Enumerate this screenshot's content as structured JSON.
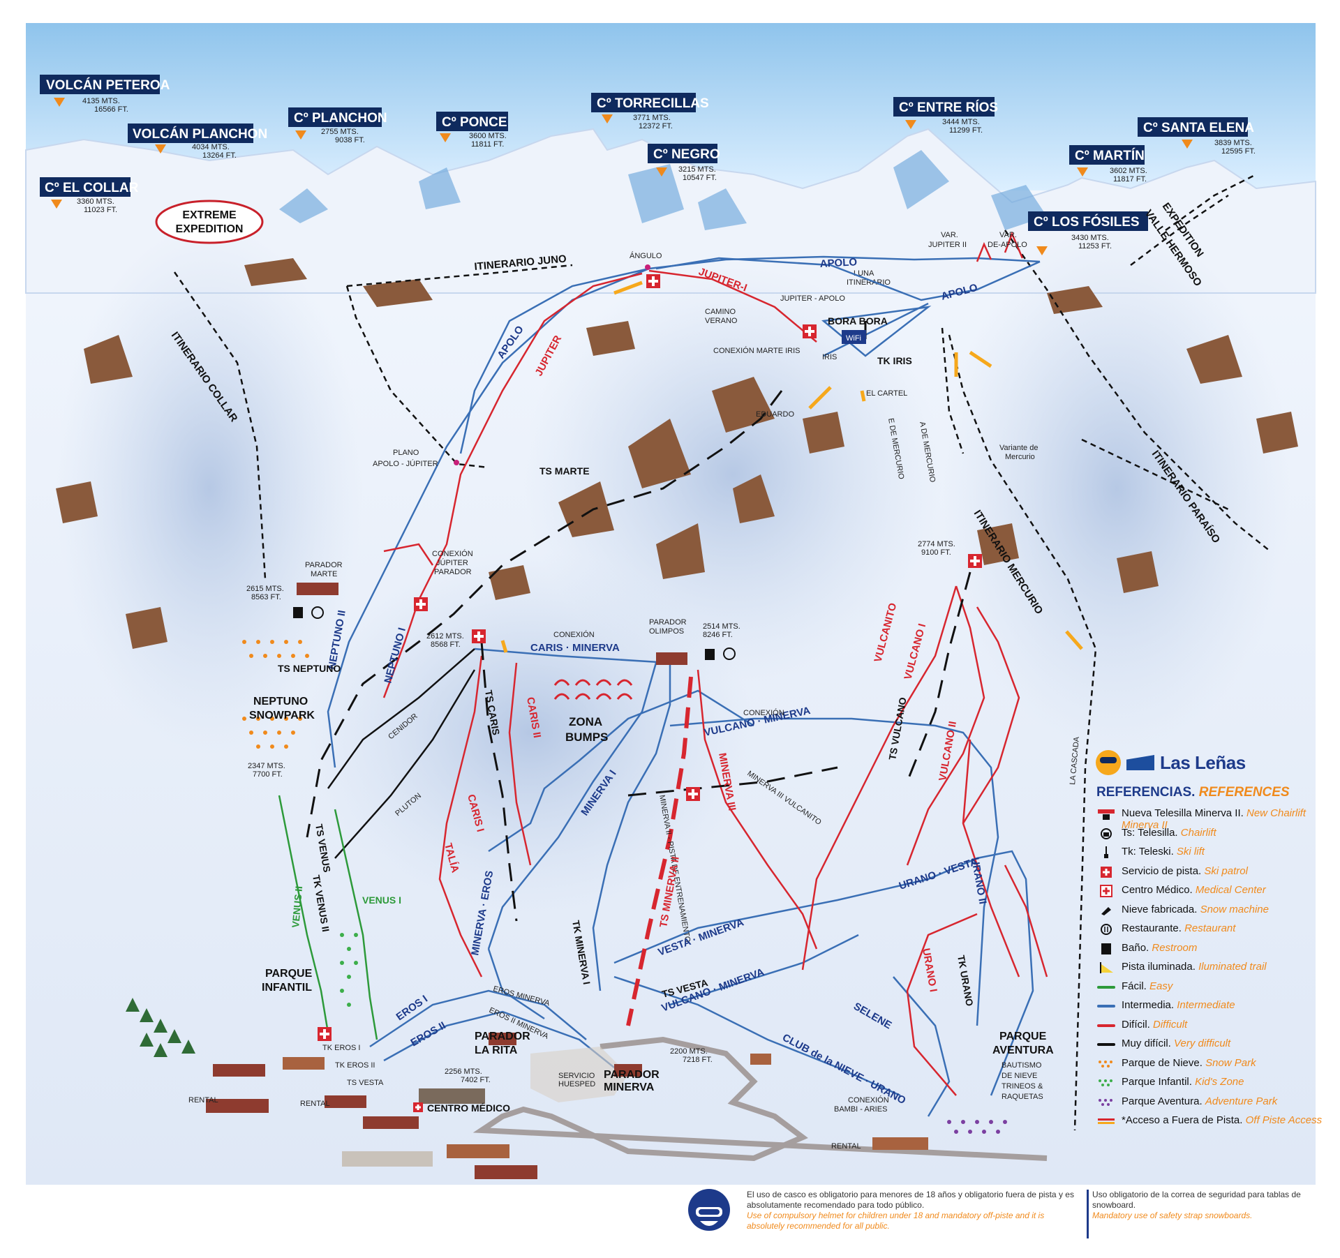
{
  "peaks": [
    {
      "name": "VOLCÁN PETEROA",
      "elev_m": "4135 MTS.",
      "elev_ft": "16566 FT."
    },
    {
      "name": "VOLCÁN PLANCHON",
      "elev_m": "4034 MTS.",
      "elev_ft": "13264 FT."
    },
    {
      "name": "Cº PLANCHON",
      "elev_m": "2755 MTS.",
      "elev_ft": "9038 FT."
    },
    {
      "name": "Cº PONCE",
      "elev_m": "3600 MTS.",
      "elev_ft": "11811 FT."
    },
    {
      "name": "Cº TORRECILLAS",
      "elev_m": "3771 MTS.",
      "elev_ft": "12372 FT."
    },
    {
      "name": "Cº NEGRO",
      "elev_m": "3215 MTS.",
      "elev_ft": "10547 FT."
    },
    {
      "name": "Cº ENTRE RÍOS",
      "elev_m": "3444 MTS.",
      "elev_ft": "11299 FT."
    },
    {
      "name": "Cº MARTÍN",
      "elev_m": "3602 MTS.",
      "elev_ft": "11817 FT."
    },
    {
      "name": "Cº SANTA ELENA",
      "elev_m": "3839 MTS.",
      "elev_ft": "12595 FT."
    },
    {
      "name": "Cº EL COLLAR",
      "elev_m": "3360 MTS.",
      "elev_ft": "11023 FT."
    },
    {
      "name": "Cº LOS FÓSILES",
      "elev_m": "3430 MTS.",
      "elev_ft": "11253 FT."
    }
  ],
  "zones": {
    "extreme_line1": "EXTREME",
    "extreme_line2": "EXPEDITION",
    "expedition_line1": "EXPEDITION",
    "expedition_line2": "VALLE HERMOSO"
  },
  "itineraries": {
    "juno": "ITINERARIO JUNO",
    "collar": "ITINERARIO COLLAR",
    "paraiso": "ITINERARIO PARAÍSO",
    "mercurio": "ITINERARIO MERCURIO",
    "la_cascada": "LA CASCADA",
    "luna_1": "LUNA",
    "luna_2": "ITINERARIO",
    "variante_1": "Variante de",
    "variante_2": "Mercurio",
    "de_mercurio_1": "E DE MERCURIO",
    "de_mercurio_2": "A DE MERCURIO"
  },
  "trails": {
    "apolo_top": "APOLO",
    "apolo_left": "APOLO",
    "apolo_right": "APOLO",
    "jupiter": "JUPITER",
    "jupiter_i": "JUPITER-I",
    "var_jupiter_1": "VAR.",
    "var_jupiter_2": "JUPITER II",
    "var_apolo_1": "VAR.",
    "var_apolo_2": "DE-APOLO",
    "jupiter_apolo": "JUPITER - APOLO",
    "camino_1": "CAMINO",
    "camino_2": "VERANO",
    "neptuno_ii": "NEPTUNO II",
    "neptuno_i": "NEPTUNO I",
    "cenidor": "CENIDOR",
    "pluton": "PLUTON",
    "caris_minerva": "CARIS · MINERVA",
    "caris_ii": "CARIS II",
    "caris_i": "CARIS I",
    "talia": "TALÍA",
    "minerva_eros": "MINERVA · EROS",
    "minerva_i": "MINERVA I",
    "minerva_ii_pista": "MINERVA II - PISTA DE ENTRENAMIENTO",
    "ts_minerva_ii": "TS MINERVA II",
    "minerva_iii": "MINERVA III",
    "minerva_iii_vulcanito": "MINERVA III VULCANITO",
    "vulcano_minerva": "VULCANO · MINERVA",
    "vulcano_minerva_low": "VULCANO · MINERVA",
    "vulcanito": "VULCANITO",
    "vulcano_i": "VULCANO I",
    "vulcano_ii": "VULCANO II",
    "urano_vesta": "URANO · VESTA",
    "urano_i": "URANO I",
    "urano_ii": "URANO II",
    "vesta_minerva": "VESTA · MINERVA",
    "selene": "SELENE",
    "club_nieve": "CLUB de la NIEVE · URANO",
    "eros_i": "EROS I",
    "eros_ii": "EROS II",
    "eros_minerva": "EROS MINERVA",
    "eros_ii_minerva": "EROS II MINERVA",
    "venus_i": "VENUS I",
    "venus_ii": "VENUS II"
  },
  "lifts": {
    "ts_marte": "TS MARTE",
    "tk_iris": "TK IRIS",
    "ts_neptuno": "TS NEPTUNO",
    "ts_caris": "TS CARIS",
    "ts_venus": "TS VENUS",
    "tk_venus_ii": "TK VENUS II",
    "ts_vulcano": "TS VULCANO",
    "tk_minerva_i": "TK MINERVA I",
    "ts_vesta": "TS VESTA",
    "tk_urano": "TK URANO",
    "tk_eros_i": "TK EROS I",
    "tk_eros_ii": "TK EROS II",
    "ts_vesta_base": "TS VESTA"
  },
  "places": {
    "angulo": "ÁNGULO",
    "bora_bora": "BORA BORA",
    "wifi": "WiFi",
    "iris": "IRIS",
    "el_cartel": "EL CARTEL",
    "eduardo": "EDUARDO",
    "conexion_marte_iris": "CONEXIÓN MARTE IRIS",
    "plano_1": "PLANO",
    "plano_2": "APOLO - JÚPITER",
    "parador_marte_1": "PARADOR",
    "parador_marte_2": "MARTE",
    "conexion_jup_1": "CONEXIÓN",
    "conexion_jup_2": "JÚPITER",
    "conexion_jup_3": "PARADOR",
    "conexion_caris": "CONEXIÓN",
    "parador_olimpos_1": "PARADOR",
    "parador_olimpos_2": "OLIMPOS",
    "zona_1": "ZONA",
    "zona_2": "BUMPS",
    "neptuno_sp_1": "NEPTUNO",
    "neptuno_sp_2": "SNOWPARK",
    "conexion_vulcano": "CONEXIÓN",
    "parque_infantil_1": "PARQUE",
    "parque_infantil_2": "INFANTIL",
    "parador_rita_1": "PARADOR",
    "parador_rita_2": "LA RITA",
    "servicio_1": "SERVICIO",
    "servicio_2": "HUESPED",
    "parador_minerva_1": "PARADOR",
    "parador_minerva_2": "MINERVA",
    "centro_medico": "CENTRO MÉDICO",
    "rental_1": "RENTAL",
    "rental_2": "RENTAL",
    "rental_3": "RENTAL",
    "conexion_bambi_1": "CONEXIÓN",
    "conexion_bambi_2": "BAMBI - ARIES",
    "parque_aventura_1": "PARQUE",
    "parque_aventura_2": "AVENTURA",
    "bautismo_1": "BAUTISMO",
    "bautismo_2": "DE NIEVE",
    "bautismo_3": "TRINEOS &",
    "bautismo_4": "RAQUETAS"
  },
  "elevations": {
    "e2615_m": "2615 MTS.",
    "e2615_ft": "8563 FT.",
    "e2612_m": "2612 MTS.",
    "e2612_ft": "8568 FT.",
    "e2514_m": "2514 MTS.",
    "e2514_ft": "8246 FT.",
    "e2774_m": "2774 MTS.",
    "e2774_ft": "9100 FT.",
    "e2347_m": "2347 MTS.",
    "e2347_ft": "7700 FT.",
    "e2256_m": "2256 MTS.",
    "e2256_ft": "7402 FT.",
    "e2200_m": "2200 MTS.",
    "e2200_ft": "7218 FT."
  },
  "legend": {
    "logo": "Las Leñas",
    "title_es": "REFERENCIAS.",
    "title_en": "REFERENCES",
    "items": [
      {
        "icon": "new-chairlift-icon",
        "es": "Nueva Telesilla Minerva II.",
        "en": "New Chairlift Minerva II"
      },
      {
        "icon": "chairlift-icon",
        "es": "Ts: Telesilla.",
        "en": "Chairlift"
      },
      {
        "icon": "ski-lift-icon",
        "es": "Tk: Teleski.",
        "en": "Ski lift"
      },
      {
        "icon": "ski-patrol-icon",
        "es": "Servicio de pista.",
        "en": "Ski patrol"
      },
      {
        "icon": "medical-center-icon",
        "es": "Centro Médico.",
        "en": "Medical Center"
      },
      {
        "icon": "snow-machine-icon",
        "es": "Nieve fabricada.",
        "en": "Snow machine"
      },
      {
        "icon": "restaurant-icon",
        "es": "Restaurante.",
        "en": "Restaurant"
      },
      {
        "icon": "restroom-icon",
        "es": "Baño.",
        "en": "Restroom"
      },
      {
        "icon": "illuminated-trail-icon",
        "es": "Pista iluminada.",
        "en": "Iluminated trail"
      },
      {
        "icon": "easy-line-icon",
        "es": "Fácil.",
        "en": "Easy"
      },
      {
        "icon": "intermediate-line-icon",
        "es": "Intermedia.",
        "en": "Intermediate"
      },
      {
        "icon": "difficult-line-icon",
        "es": "Difícil.",
        "en": "Difficult"
      },
      {
        "icon": "very-difficult-line-icon",
        "es": "Muy difícil.",
        "en": "Very difficult"
      },
      {
        "icon": "snow-park-dots-icon",
        "es": "Parque de Nieve.",
        "en": "Snow Park"
      },
      {
        "icon": "kids-zone-dots-icon",
        "es": "Parque Infantil.",
        "en": "Kid's Zone"
      },
      {
        "icon": "adventure-park-dots-icon",
        "es": "Parque Aventura.",
        "en": "Adventure Park"
      },
      {
        "icon": "off-piste-icon",
        "es": "*Acceso a Fuera de Pista.",
        "en": "Off Piste Access"
      }
    ],
    "colors": {
      "easy": "#2d9a3a",
      "intermediate": "#3a6fb5",
      "difficult": "#d7262f",
      "very_difficult": "#111111",
      "snow_park": "#f08a1c",
      "kids_zone": "#3cae4a",
      "adventure_park": "#7b3fa0",
      "off_piste": "#f6a81c"
    }
  },
  "footer": {
    "helmet_es": "El uso de casco es obligatorio para menores de 18 años y obligatorio fuera de pista y es absolutamente recomendado para todo público.",
    "helmet_en": "Use of compulsory helmet for children under 18 and mandatory off-piste and it is absolutely recommended for all public.",
    "strap_es": "Uso obligatorio de la correa de seguridad para tablas de snowboard.",
    "strap_en": "Mandatory use of safety strap snowboards."
  }
}
